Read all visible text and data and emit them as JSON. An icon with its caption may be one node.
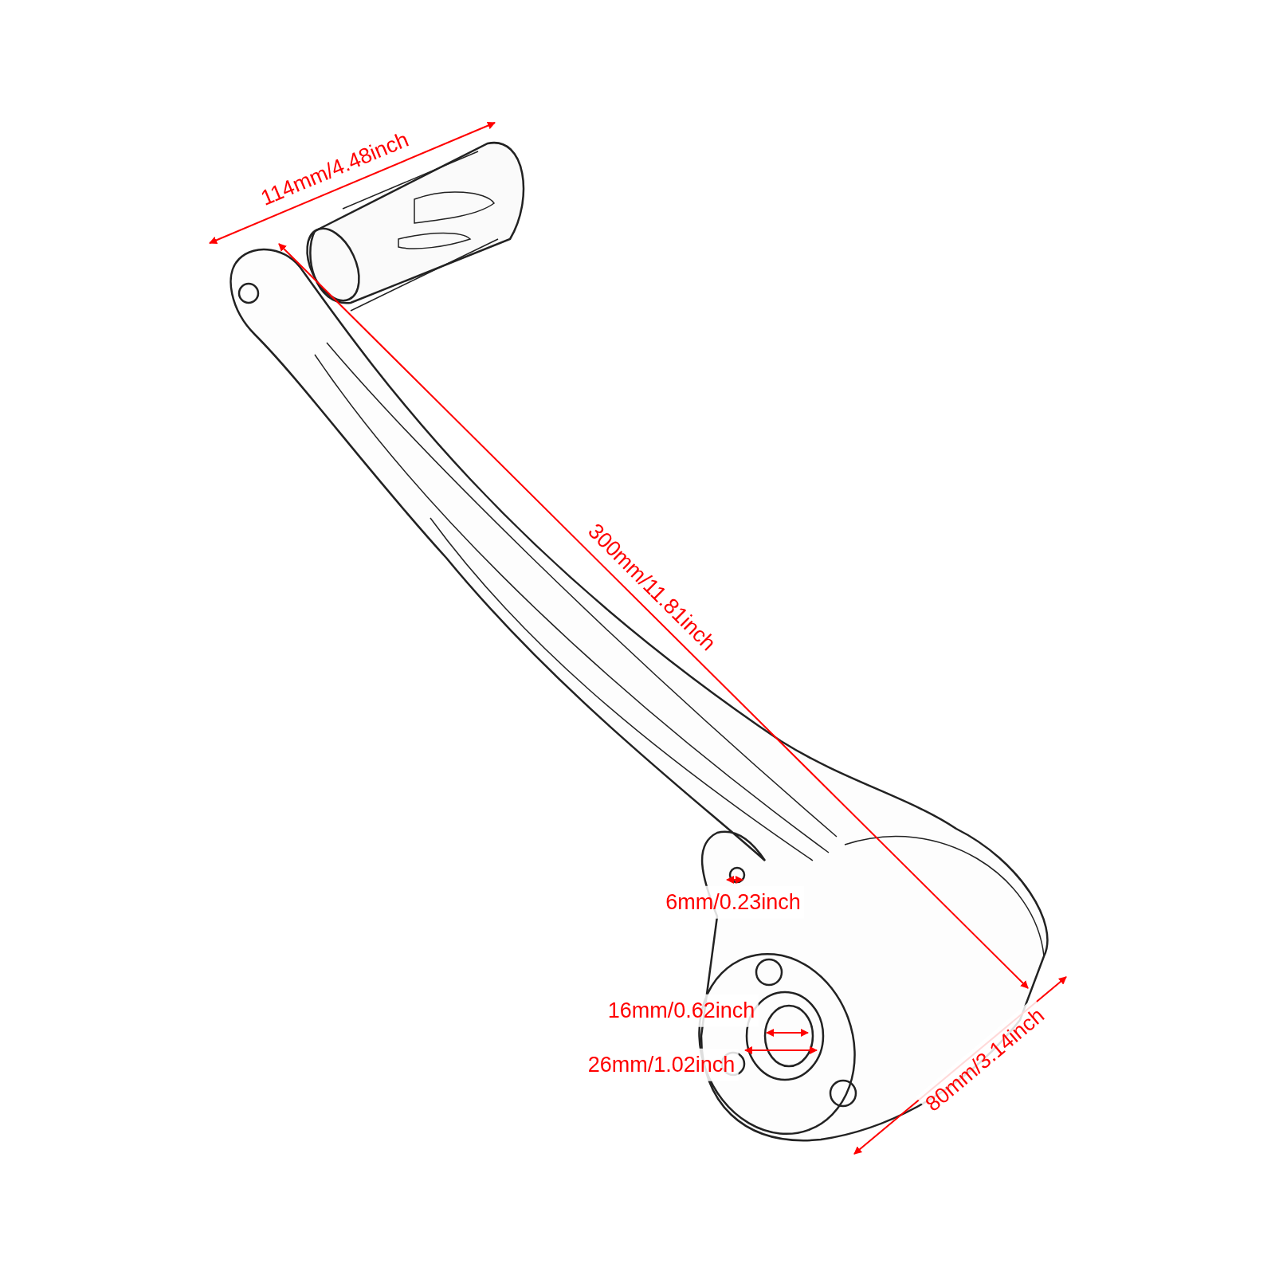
{
  "diagram": {
    "labels": [
      "114mm/4.48inch",
      "300mm/11.81inch",
      "6mm/0.23inch",
      "16mm/0.62inch",
      "26mm/1.02inch",
      "80mm/3.14inch"
    ]
  }
}
